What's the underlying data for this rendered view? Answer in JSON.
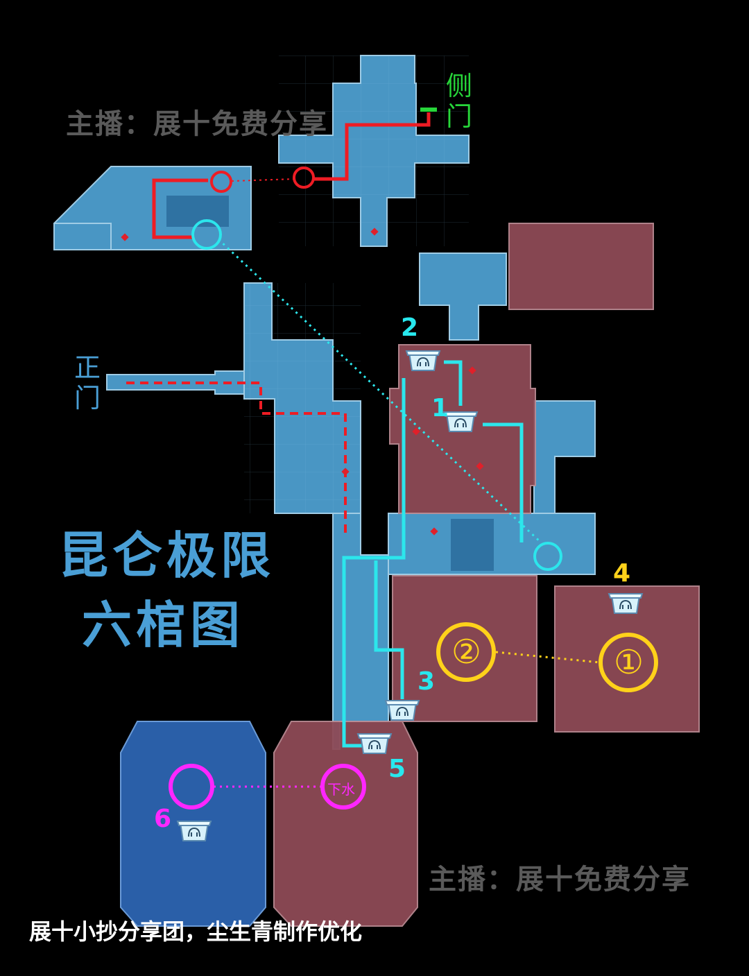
{
  "title": {
    "line1": "昆仑极限",
    "line2": "六棺图"
  },
  "doors": {
    "side": "侧门",
    "main": "正门"
  },
  "watermark": "主播：展十免费分享",
  "credit": "展十小抄分享团，尘生青制作优化",
  "coffins": [
    {
      "label": "1",
      "color": "#28e8ee"
    },
    {
      "label": "2",
      "color": "#28e8ee"
    },
    {
      "label": "3",
      "color": "#28e8ee"
    },
    {
      "label": "4",
      "color": "#ffd21a"
    },
    {
      "label": "5",
      "color": "#28e8ee"
    },
    {
      "label": "6",
      "color": "#ff28ff"
    }
  ],
  "markers": {
    "circle_1": "①",
    "circle_2": "②",
    "dive": "下水"
  },
  "colors": {
    "room_blue": "#4d9fcf",
    "room_red": "#8e4a56",
    "route_red": "#ee1c24",
    "route_cyan": "#2ce6ec",
    "route_yellow": "#ffd21a",
    "route_magenta": "#ff26ff",
    "side_door": "#27d63a",
    "title": "#4a9fd6"
  },
  "icons": [
    "coffin-icon",
    "portal-circle-icon"
  ]
}
